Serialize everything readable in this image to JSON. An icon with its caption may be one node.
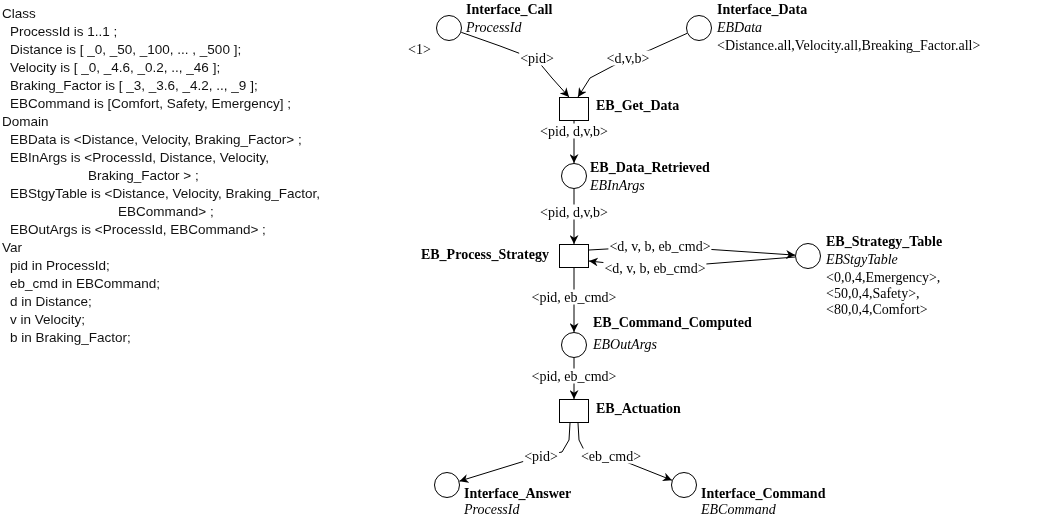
{
  "diagram": {
    "nodes": [
      {
        "text": [
          "Interface_Call",
          "ProcessId",
          "<1>"
        ]
      },
      {
        "text": [
          "Interface_Data",
          "EBData",
          "<Distance.all,Velocity.all,Breaking_Factor.all>"
        ]
      },
      {
        "text": [
          "EB_Get_Data"
        ]
      },
      {
        "text": [
          "EB_Data_Retrieved",
          "EBInArgs"
        ]
      },
      {
        "text": [
          "EB_Process_Strategy"
        ]
      },
      {
        "text": [
          "EB_Strategy_Table",
          "EBStgyTable",
          "<0,0,4,Emergency>,",
          "<50,0,4,Safety>,",
          "<80,0,4,Comfort>"
        ]
      },
      {
        "text": [
          "EB_Command_Computed",
          "EBOutArgs"
        ]
      },
      {
        "text": [
          "EB_Actuation"
        ]
      },
      {
        "text": [
          "Interface_Answer",
          "ProcessId"
        ]
      },
      {
        "text": [
          "Interface_Command",
          "EBCommand"
        ]
      }
    ],
    "edges": [
      {
        "from": 0,
        "to": 2,
        "arrow": "to",
        "label": "<pid>"
      },
      {
        "from": 1,
        "to": 2,
        "arrow": "to",
        "label": "<d,v,b>"
      },
      {
        "from": 2,
        "to": 3,
        "arrow": "to",
        "label": "<pid, d,v,b>"
      },
      {
        "from": 3,
        "to": 4,
        "arrow": "to",
        "label": "<pid, d,v,b>"
      },
      {
        "from": 4,
        "to": 5,
        "arrow": "to",
        "label": "<d, v, b, eb_cmd>"
      },
      {
        "from": 5,
        "to": 4,
        "arrow": "to",
        "label": "<d, v, b, eb_cmd>"
      },
      {
        "from": 4,
        "to": 6,
        "arrow": "to",
        "label": "<pid, eb_cmd>"
      },
      {
        "from": 6,
        "to": 7,
        "arrow": "to",
        "label": "<pid, eb_cmd>"
      },
      {
        "from": 7,
        "to": 8,
        "arrow": "to",
        "label": "<pid>"
      },
      {
        "from": 7,
        "to": 9,
        "arrow": "to",
        "label": "<eb_cmd>"
      }
    ],
    "labels": [
      "Class",
      "ProcessId is 1..1 ;",
      "Distance is [ _0, _50, _100, ... , _500 ];",
      "Velocity is [ _0, _4.6, _0.2, .., _46 ];",
      "Braking_Factor is [ _3, _3.6, _4.2, .., _9 ];",
      "EBCommand is [Comfort, Safety, Emergency] ;",
      "Domain",
      "EBData is <Distance, Velocity, Braking_Factor> ;",
      "EBInArgs is <ProcessId, Distance, Velocity, Braking_Factor > ;",
      "EBStgyTable is <Distance, Velocity, Braking_Factor, EBCommand> ;",
      "EBOutArgs is <ProcessId, EBCommand> ;",
      "Var",
      "pid in ProcessId;",
      "eb_cmd in EBCommand;",
      "d in Distance;",
      "v in Velocity;",
      "b in Braking_Factor;"
    ]
  }
}
